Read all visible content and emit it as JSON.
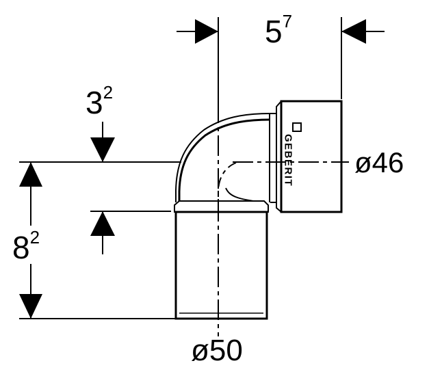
{
  "dimensions": {
    "top_width": {
      "base": "5",
      "sup": "7"
    },
    "top_offset": {
      "base": "3",
      "sup": "2"
    },
    "height": {
      "base": "8",
      "sup": "2"
    },
    "outlet_diameter": "ø46",
    "inlet_diameter": "ø50"
  },
  "logo": {
    "text": "GEBERIT"
  },
  "colors": {
    "line": "#000000",
    "background": "#ffffff"
  }
}
